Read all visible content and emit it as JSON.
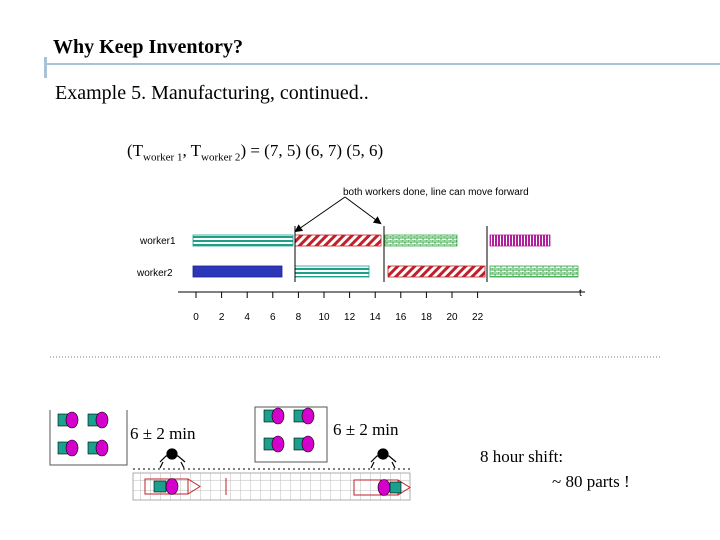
{
  "slide": {
    "title": "Why Keep Inventory?",
    "subtitle": "Example 5. Manufacturing, continued..",
    "formula": {
      "open": "(T",
      "sub1": "worker 1",
      "mid": ", T",
      "sub2": "worker 2",
      "close": ") = (7, 5) (6, 7) (5, 6)"
    }
  },
  "timeline": {
    "annotation": "both workers done, line can move forward",
    "rows": [
      {
        "label": "worker1"
      },
      {
        "label": "worker2"
      }
    ],
    "axis_label": "t",
    "ticks": [
      "0",
      "2",
      "4",
      "6",
      "8",
      "10",
      "12",
      "14",
      "16",
      "18",
      "20",
      "22"
    ]
  },
  "bottom": {
    "time1": "6 ± 2 min",
    "time2": "6 ± 2 min",
    "shift_line1": "8 hour shift:",
    "shift_line2": "~ 80 parts !"
  },
  "colors": {
    "accent_line": "#a9c3d6",
    "teal_bar": "#1f9e8a",
    "red_bar": "#c0202a",
    "green_bar": "#3aa84a",
    "blue_bar": "#2b36b8",
    "magenta_bar": "#b0209c",
    "part_magenta": "#d400cc",
    "part_teal": "#1aa08c"
  }
}
